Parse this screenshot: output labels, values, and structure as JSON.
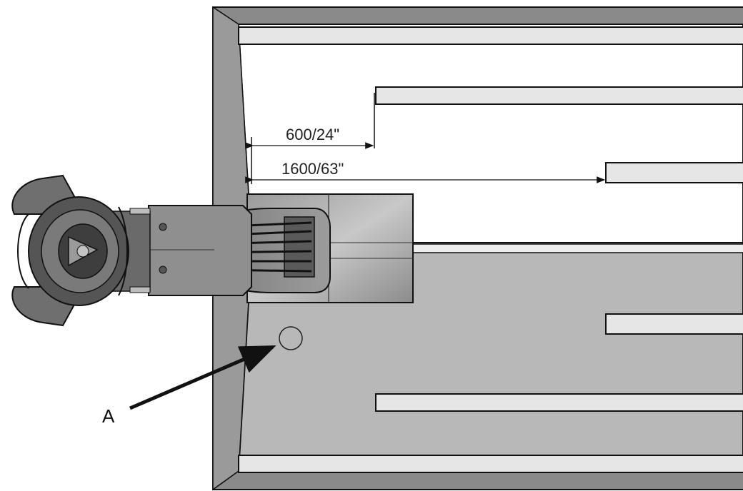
{
  "dimensions": {
    "short_label": "600/24\"",
    "long_label": "1600/63\""
  },
  "callout": {
    "label": "A"
  },
  "colors": {
    "frame_outer": "#7f7f7f",
    "floor_lower": "#b7b7b7",
    "slat": "#e4e4e4",
    "line": "#111111",
    "machine_dark": "#4a4a4a",
    "machine_mid": "#7a7a7a",
    "machine_light": "#a8a8a8"
  }
}
